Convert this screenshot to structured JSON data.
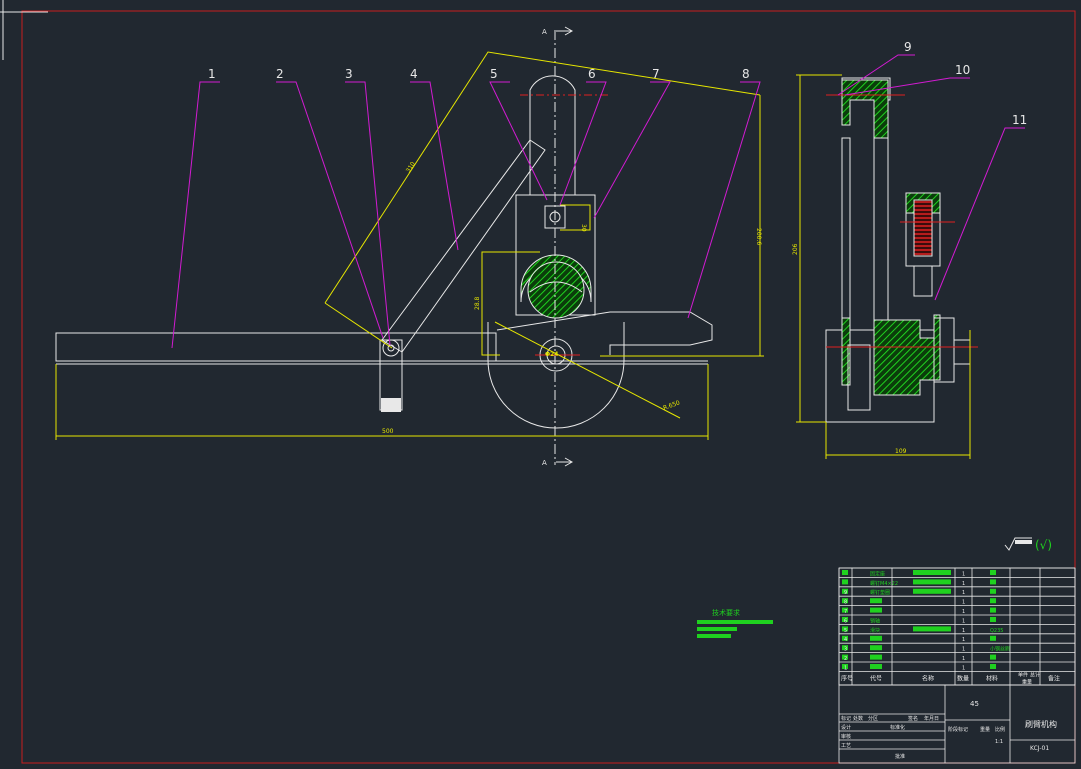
{
  "drawing": {
    "section_mark": "A",
    "balloons": [
      "1",
      "2",
      "3",
      "4",
      "5",
      "6",
      "7",
      "8",
      "9",
      "10",
      "11"
    ],
    "dims": {
      "overall_length": "500",
      "overall_width": "109",
      "height_right": "206",
      "height_mid": "200.6",
      "diag_len": "310",
      "mid_small": "30",
      "mid_left": "28.8",
      "radius": "R.650",
      "dia": "Φ24"
    }
  },
  "notes": {
    "title": "技术要求"
  },
  "parts_table": {
    "rows": [
      {
        "no": "",
        "code": "",
        "name": "固定座",
        "qty": "1",
        "mat": ""
      },
      {
        "no": "",
        "code": "",
        "name": "螺钉M4×22",
        "qty": "1",
        "mat": ""
      },
      {
        "no": "9",
        "code": "",
        "name": "螺钉垫圈",
        "qty": "1",
        "mat": ""
      },
      {
        "no": "8",
        "code": "",
        "name": "",
        "qty": "1",
        "mat": ""
      },
      {
        "no": "7",
        "code": "",
        "name": "",
        "qty": "1",
        "mat": ""
      },
      {
        "no": "6",
        "code": "",
        "name": "销轴",
        "qty": "1",
        "mat": ""
      },
      {
        "no": "5",
        "code": "",
        "name": "滑块",
        "qty": "1",
        "mat": "Q235"
      },
      {
        "no": "4",
        "code": "",
        "name": "",
        "qty": "1",
        "mat": ""
      },
      {
        "no": "3",
        "code": "",
        "name": "",
        "qty": "1",
        "mat": "小钢丝刷"
      },
      {
        "no": "2",
        "code": "",
        "name": "",
        "qty": "1",
        "mat": ""
      },
      {
        "no": "1",
        "code": "",
        "name": "",
        "qty": "1",
        "mat": ""
      }
    ],
    "headers": {
      "no": "序号",
      "code": "代号",
      "name": "名称",
      "qty": "数量",
      "mat": "材料",
      "unit_weight": "单件",
      "total_weight": "总计",
      "weight": "重量",
      "remark": "备注"
    }
  },
  "title_block": {
    "material": "45",
    "title": "刷臂机构",
    "drawing_no": "KCJ-01",
    "scale": "1:1",
    "labels": {
      "mark": "标记",
      "count": "处数",
      "zone": "分区",
      "sign": "签名",
      "date": "年月日",
      "design": "设计",
      "standard": "标准化",
      "check": "审核",
      "craft": "工艺",
      "approve": "批准",
      "stage": "阶段标记",
      "weight": "重量",
      "scale_label": "比例"
    }
  },
  "roughness": {
    "symbol_text": "(√)"
  },
  "colors": {
    "background": "#212830",
    "line": "#e8e8e8",
    "dimension": "#e6e600",
    "leader": "#d21bd2",
    "centerline": "#e02020",
    "hatch": "#1fd11f",
    "border": "#c81e1e"
  }
}
